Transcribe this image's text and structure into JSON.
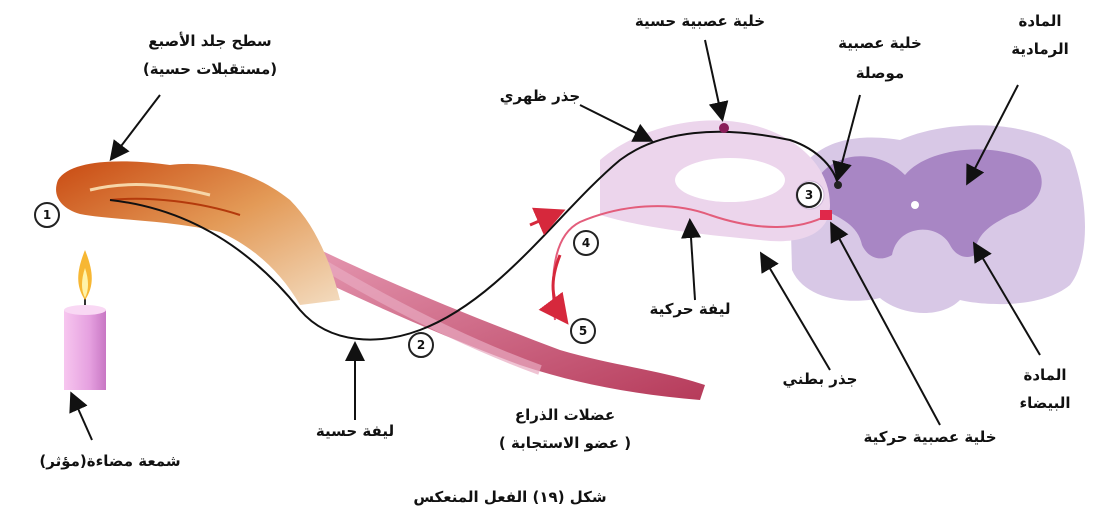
{
  "labels": {
    "finger_skin": "سطح جلد الأصبع",
    "sensory_receptors": "(مستقبلات حسية)",
    "sensory_neuron": "خلية عصبية حسية",
    "interneuron_line1": "خلية عصبية",
    "interneuron_line2": "موصلة",
    "gray_matter_line1": "المادة",
    "gray_matter_line2": "الرمادية",
    "dorsal_root": "جذر ظهري",
    "motor_fiber": "ليفة حركية",
    "ventral_root": "جذر بطني",
    "white_matter_line1": "المادة",
    "white_matter_line2": "البيضاء",
    "motor_neuron": "خلية عصبية حركية",
    "sensory_fiber": "ليفة حسية",
    "arm_muscles": "عضلات الذراع",
    "response_organ": "( عضو الاستجابة )",
    "candle": "شمعة مضاءة(مؤثر)",
    "caption": "شكل (١٩) الفعل المنعكس"
  },
  "steps": [
    "1",
    "2",
    "3",
    "4",
    "5"
  ]
}
